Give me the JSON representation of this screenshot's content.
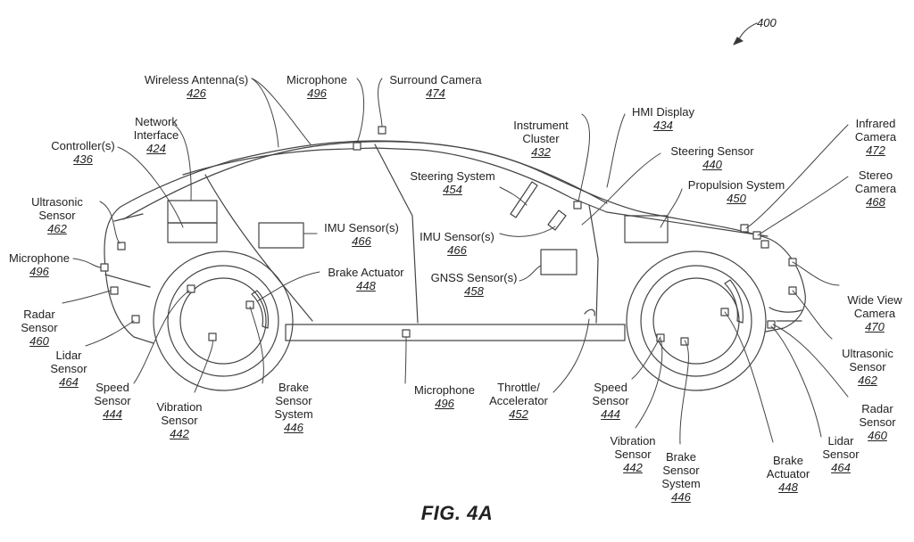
{
  "figure": {
    "caption": "FIG. 4A",
    "reference": "400"
  },
  "labels": {
    "wireless_antenna": {
      "name": "Wireless Antenna(s)",
      "num": "426"
    },
    "microphone_roof": {
      "name": "Microphone",
      "num": "496"
    },
    "surround_camera": {
      "name": "Surround Camera",
      "num": "474"
    },
    "network_interface": {
      "name": "Network\nInterface",
      "num": "424"
    },
    "controllers": {
      "name": "Controller(s)",
      "num": "436"
    },
    "ultrasonic_rear": {
      "name": "Ultrasonic\nSensor",
      "num": "462"
    },
    "microphone_rear": {
      "name": "Microphone",
      "num": "496"
    },
    "radar_rear": {
      "name": "Radar\nSensor",
      "num": "460"
    },
    "lidar_rear": {
      "name": "Lidar\nSensor",
      "num": "464"
    },
    "speed_rear": {
      "name": "Speed\nSensor",
      "num": "444"
    },
    "vibration_rear": {
      "name": "Vibration\nSensor",
      "num": "442"
    },
    "brake_system_rear": {
      "name": "Brake\nSensor\nSystem",
      "num": "446"
    },
    "imu_rear": {
      "name": "IMU Sensor(s)",
      "num": "466"
    },
    "brake_actuator_rear": {
      "name": "Brake Actuator",
      "num": "448"
    },
    "microphone_bottom": {
      "name": "Microphone",
      "num": "496"
    },
    "instrument_cluster": {
      "name": "Instrument\nCluster",
      "num": "432"
    },
    "hmi_display": {
      "name": "HMI Display",
      "num": "434"
    },
    "steering_sensor": {
      "name": "Steering Sensor",
      "num": "440"
    },
    "steering_system": {
      "name": "Steering System",
      "num": "454"
    },
    "propulsion_system": {
      "name": "Propulsion System",
      "num": "450"
    },
    "imu_front": {
      "name": "IMU Sensor(s)",
      "num": "466"
    },
    "gnss_sensor": {
      "name": "GNSS Sensor(s)",
      "num": "458"
    },
    "throttle": {
      "name": "Throttle/\nAccelerator",
      "num": "452"
    },
    "speed_front": {
      "name": "Speed\nSensor",
      "num": "444"
    },
    "vibration_front": {
      "name": "Vibration\nSensor",
      "num": "442"
    },
    "brake_system_front": {
      "name": "Brake\nSensor\nSystem",
      "num": "446"
    },
    "brake_actuator_front": {
      "name": "Brake\nActuator",
      "num": "448"
    },
    "infrared_camera": {
      "name": "Infrared\nCamera",
      "num": "472"
    },
    "stereo_camera": {
      "name": "Stereo\nCamera",
      "num": "468"
    },
    "wide_view_camera": {
      "name": "Wide View\nCamera",
      "num": "470"
    },
    "ultrasonic_front": {
      "name": "Ultrasonic\nSensor",
      "num": "462"
    },
    "radar_front": {
      "name": "Radar\nSensor",
      "num": "460"
    },
    "lidar_front": {
      "name": "Lidar\nSensor",
      "num": "464"
    }
  }
}
